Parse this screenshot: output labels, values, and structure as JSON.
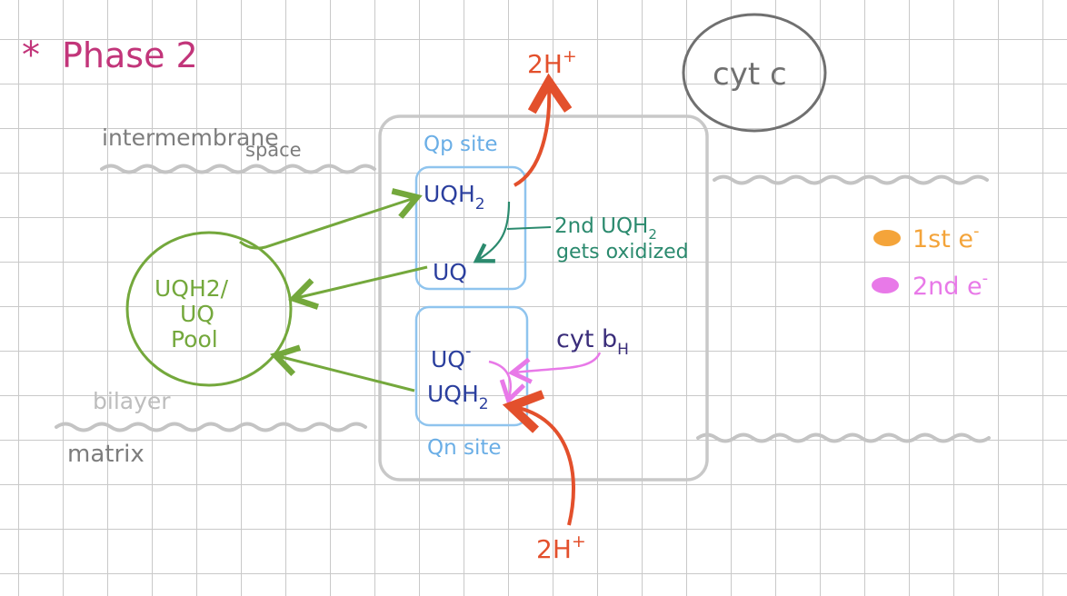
{
  "title": {
    "star": "*",
    "text": "Phase 2"
  },
  "regions": {
    "intermembrane_line1": "intermembrane",
    "intermembrane_line2": "space",
    "bilayer": "bilayer",
    "matrix": "matrix"
  },
  "cytc": "cyt c",
  "qp": {
    "label": "Qp site",
    "uqh2": "UQH",
    "uqh2_sub": "2",
    "uq": "UQ",
    "note_line1": "2nd UQH",
    "note_line1_sub": "2",
    "note_line2": "gets oxidized"
  },
  "qn": {
    "label": "Qn site",
    "uq_minus": "UQ",
    "uq_minus_sup": "-",
    "uqh2": "UQH",
    "uqh2_sub": "2"
  },
  "pool": {
    "line1": "UQH2/",
    "line2": "UQ",
    "line3": "Pool"
  },
  "cytb": {
    "main": "cyt b",
    "sub": "H"
  },
  "protons_out": {
    "text": "2H",
    "sup": "+"
  },
  "protons_in": {
    "text": "2H",
    "sup": "+"
  },
  "legend": [
    {
      "label": "1st e",
      "sup": "-",
      "color": "#f4a43a"
    },
    {
      "label": "2nd e",
      "sup": "-",
      "color": "#e879e8"
    }
  ],
  "colors": {
    "title": "#c2357a",
    "region": "#7d7d7d",
    "bilayer": "#bdbdbd",
    "complex": "#c8c8c8",
    "site_box": "#8fc4ee",
    "site_label": "#6aaee6",
    "dark_blue": "#2b3f9e",
    "green": "#74a83c",
    "teal": "#2b8a6e",
    "red": "#e3502c",
    "pink": "#e879e8",
    "navy": "#3a2d7a",
    "cytc": "#707070"
  }
}
